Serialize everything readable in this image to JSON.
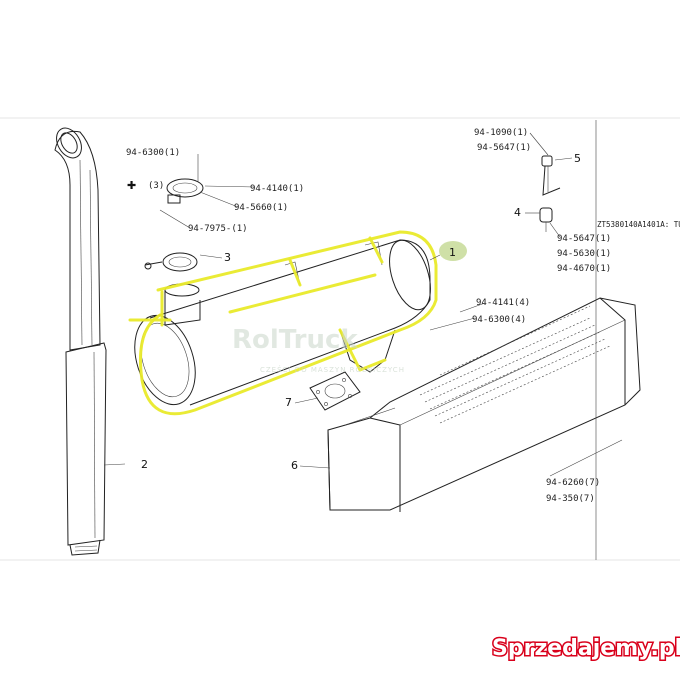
{
  "callouts": {
    "c1": "1",
    "c2": "2",
    "c3": "3",
    "c4": "4",
    "c5": "5",
    "c6": "6",
    "c7": "7",
    "c_plus3": "(3)"
  },
  "part_refs": {
    "r_6300_1": "94-6300(1)",
    "r_4140_1": "94-4140(1)",
    "r_5660_1": "94-5660(1)",
    "r_7975_1": "94-7975-(1)",
    "r_1090_1": "94-1090(1)",
    "r_5647_1": "94-5647(1)",
    "r_5647_b": "94-5647(1)",
    "r_5630_1": "94-5630(1)",
    "r_4670_1": "94-4670(1)",
    "r_4141_4": "94-4141(4)",
    "r_6300_4": "94-6300(4)",
    "r_6260_7": "94-6260(7)",
    "r_350_7": "94-350(7)"
  },
  "side_text": "ZT5380140A1401A: TU",
  "watermark": {
    "brand": "RolTruck",
    "tagline": "CZĘŚCI DO MASZYN ROLNICZYCH"
  },
  "site_badge": "Sprzedajemy.pl",
  "colors": {
    "highlight": "#e9ea2a",
    "line": "#222222",
    "badge_red": "#d9001b"
  }
}
